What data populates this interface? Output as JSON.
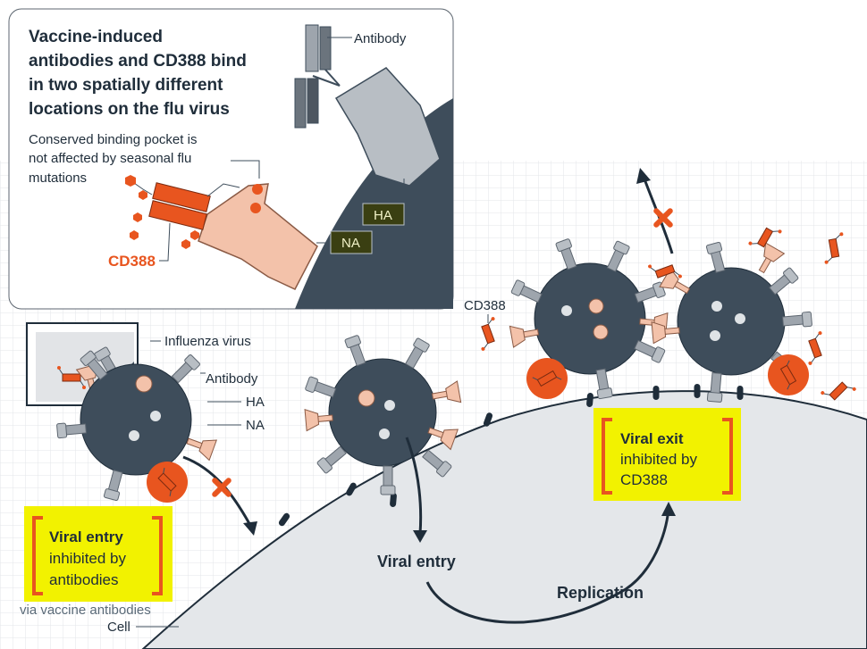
{
  "inset": {
    "title_lines": [
      "Vaccine-induced",
      "antibodies and CD388 bind",
      "in two spatially different",
      "locations on the flu virus"
    ],
    "pocket_lines": [
      "Conserved binding pocket is",
      "not affected by seasonal flu",
      "mutations"
    ],
    "antibody_label": "Antibody",
    "cd388_label": "CD388",
    "ha_label": "HA",
    "na_label": "NA"
  },
  "labels": {
    "influenza_virus": "Influenza virus",
    "antibody": "Antibody",
    "ha": "HA",
    "na": "NA",
    "cd388": "CD388",
    "viral_entry": "Viral entry",
    "replication": "Replication",
    "cell": "Cell"
  },
  "entry_box": {
    "title": "Viral entry",
    "lines": [
      "inhibited by",
      "antibodies"
    ],
    "footnote": "via vaccine antibodies"
  },
  "exit_box": {
    "title": "Viral exit",
    "lines": [
      "inhibited by",
      "CD388"
    ]
  },
  "colors": {
    "virus": "#3e4d5b",
    "cell": "#e4e7ea",
    "cd388": "#e8551f",
    "highlight": "#f2f200",
    "ha": "#9ea5ad",
    "na": "#f3c2aa",
    "dark_label": "#3a3f12"
  }
}
